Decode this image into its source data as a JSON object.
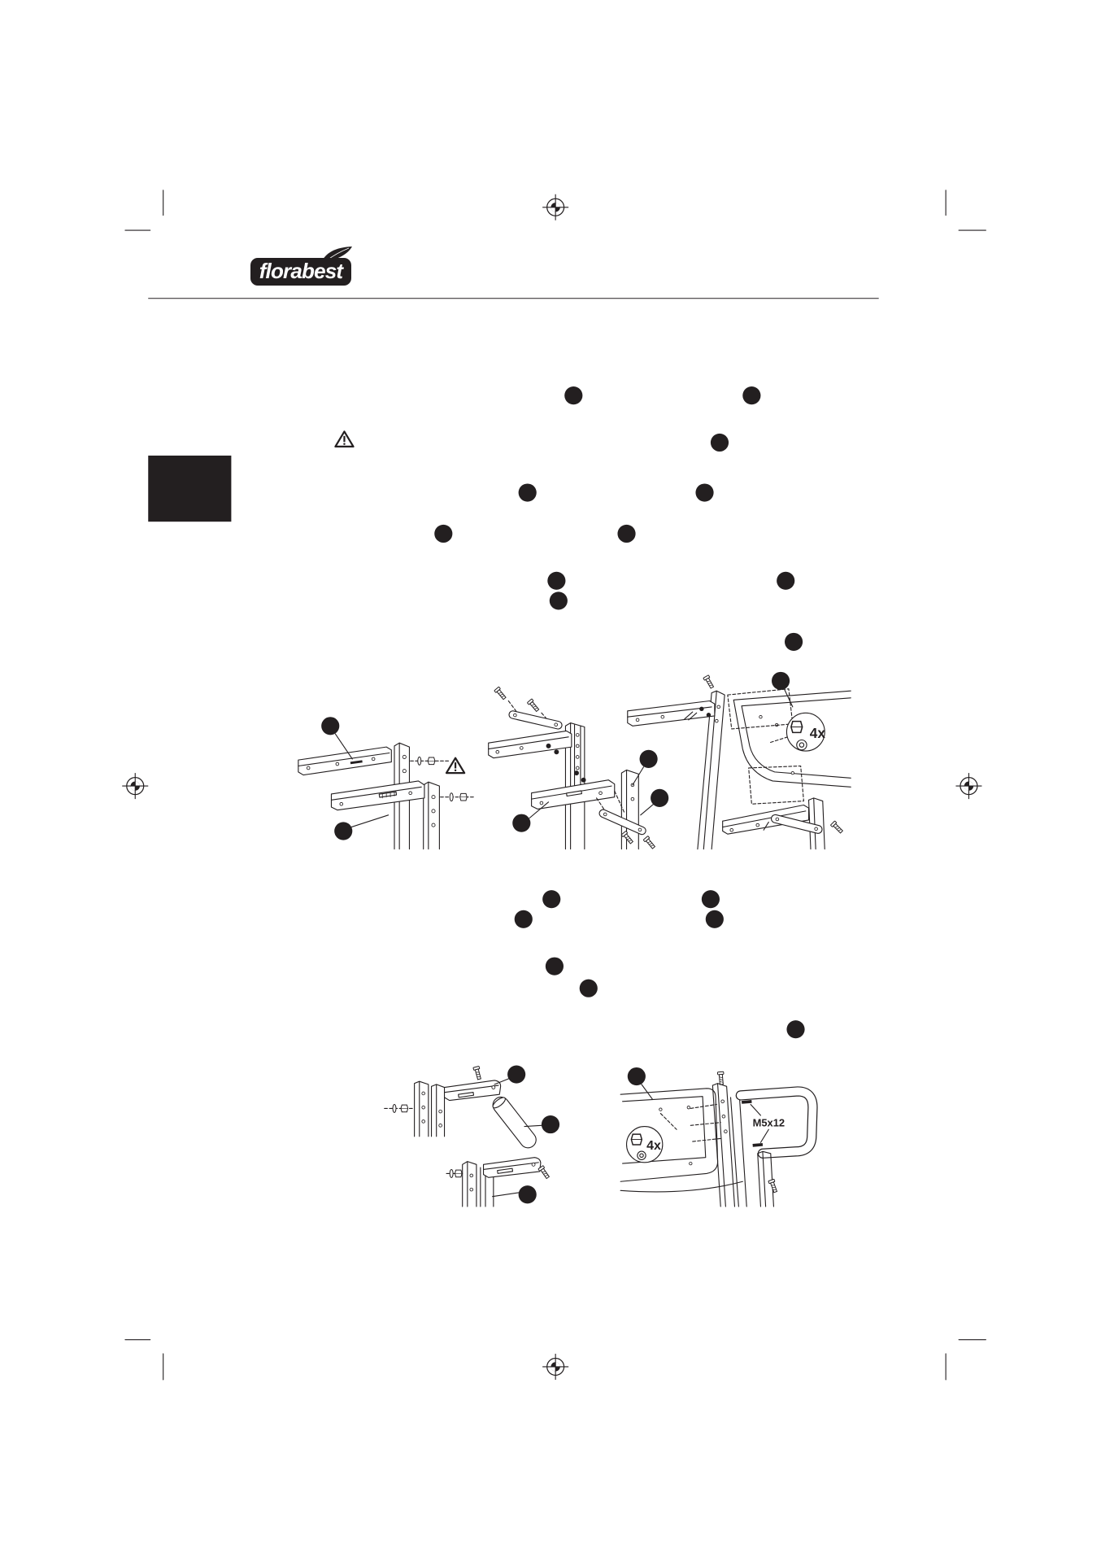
{
  "header": {
    "logo_text": "florabest"
  },
  "figure_1": {
    "detail_quantity": "4x"
  },
  "figure_2": {
    "detail_quantity": "4x",
    "screw_spec": "M5x12"
  },
  "icons": {
    "warning": "warning-triangle-icon",
    "registration": "registration-mark-icon",
    "callout": "callout-marker-icon",
    "logo_leaf": "leaf-icon"
  },
  "colors": {
    "ink": "#231f20",
    "paper": "#ffffff"
  }
}
